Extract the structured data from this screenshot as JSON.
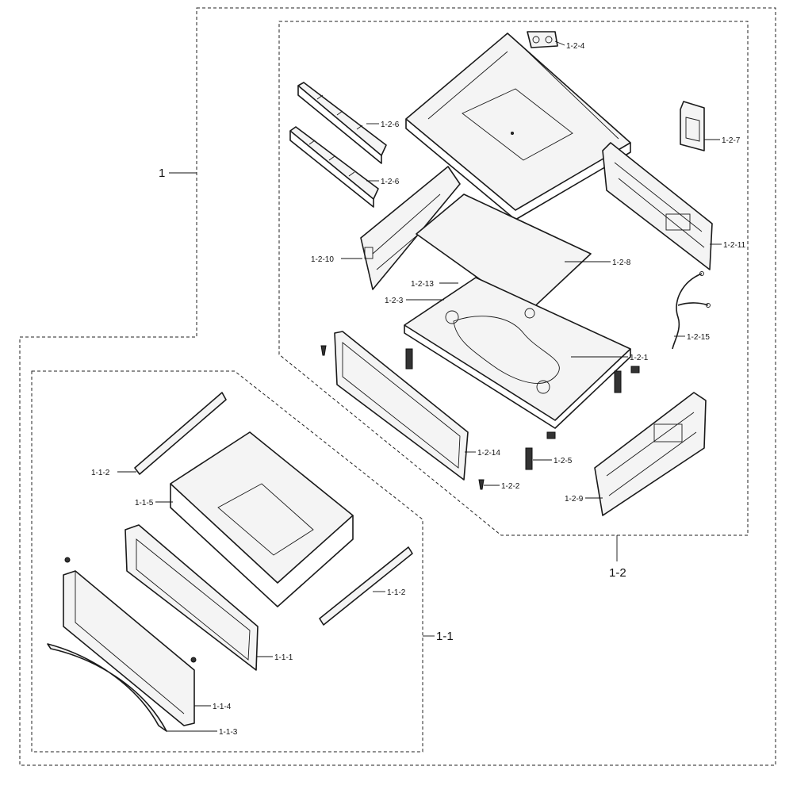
{
  "groups": {
    "assembly": "1",
    "drawer_assembly": "1-1",
    "body_assembly": "1-2"
  },
  "callouts": {
    "p1_2_4": "1-2-4",
    "p1_2_6_upper": "1-2-6",
    "p1_2_6_lower": "1-2-6",
    "p1_2_7": "1-2-7",
    "p1_2_10": "1-2-10",
    "p1_2_11": "1-2-11",
    "p1_2_8": "1-2-8",
    "p1_2_13": "1-2-13",
    "p1_2_3": "1-2-3",
    "p1_2_15": "1-2-15",
    "p1_2_1": "1-2-1",
    "p1_2_14": "1-2-14",
    "p1_2_5": "1-2-5",
    "p1_2_2": "1-2-2",
    "p1_2_9": "1-2-9",
    "p1_1_2_left": "1-1-2",
    "p1_1_5": "1-1-5",
    "p1_1_2_right": "1-1-2",
    "p1_1_1": "1-1-1",
    "p1_1_4": "1-1-4",
    "p1_1_3": "1-1-3"
  }
}
